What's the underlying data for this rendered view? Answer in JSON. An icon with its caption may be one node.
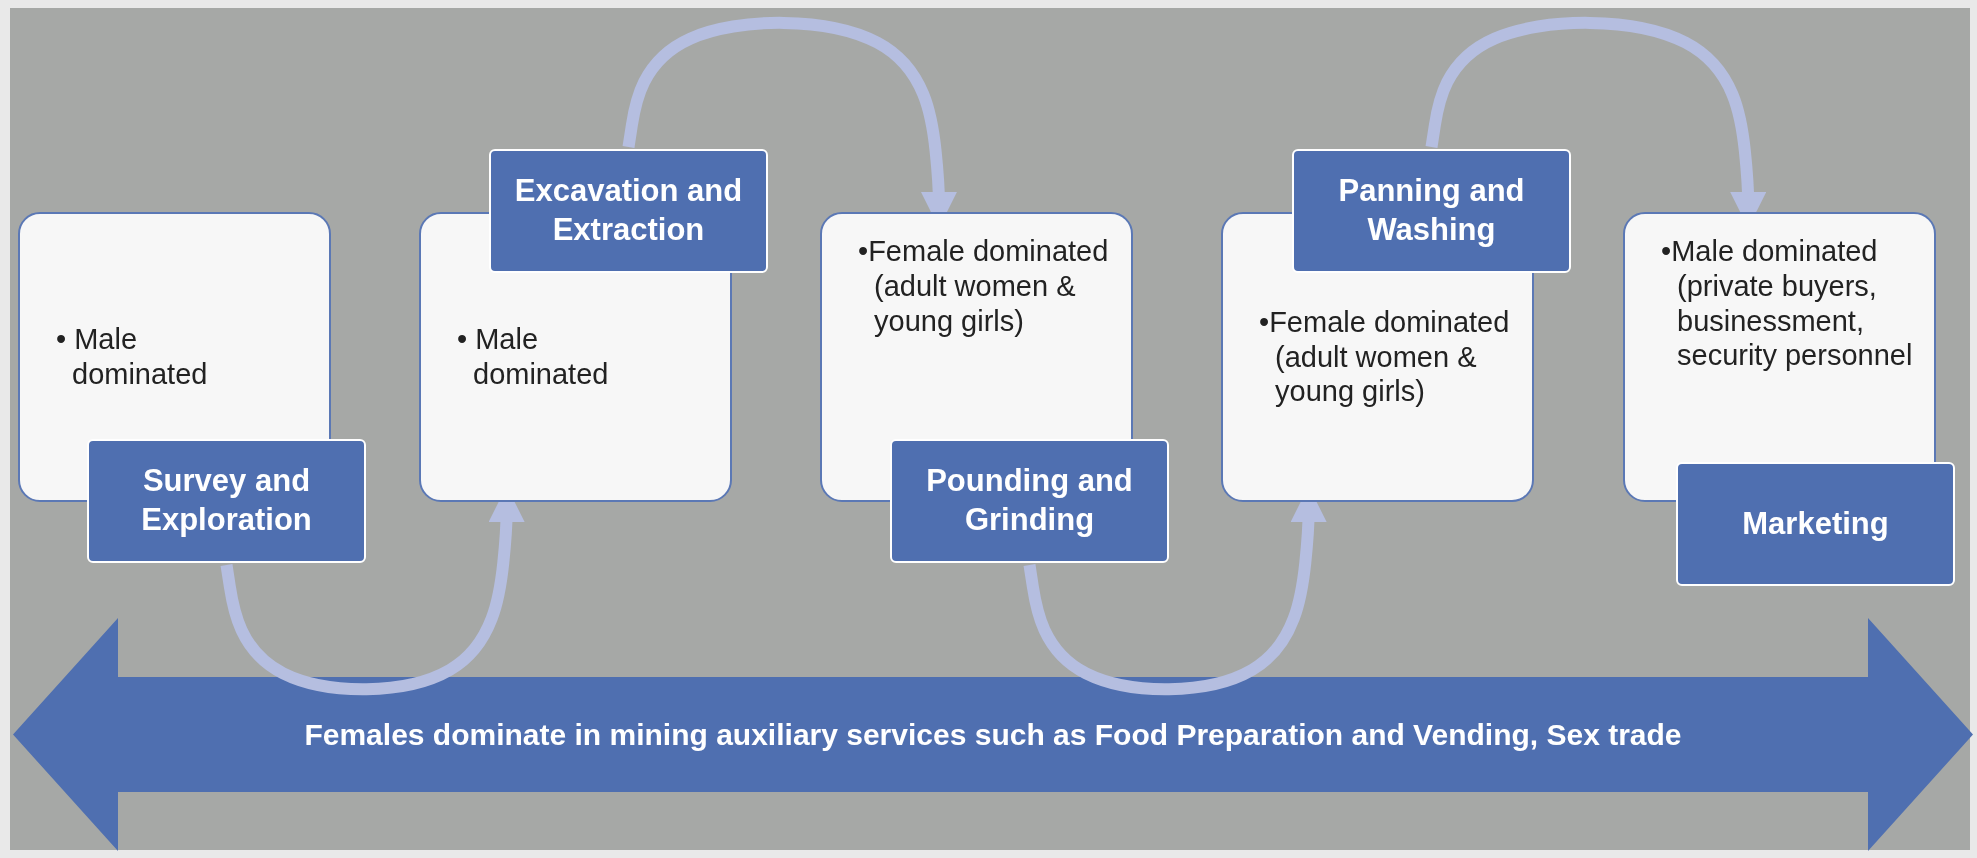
{
  "diagram": {
    "nodes": [
      {
        "text": [
          "• Male dominated"
        ]
      },
      {
        "text": [
          "Survey and Exploration"
        ]
      },
      {
        "text": [
          "• Male dominated"
        ]
      },
      {
        "text": [
          "Excavation and Extraction"
        ]
      },
      {
        "text": [
          "•Female dominated (adult women & young girls)"
        ]
      },
      {
        "text": [
          "Pounding and Grinding"
        ]
      },
      {
        "text": [
          "•Female dominated (adult women & young girls)"
        ]
      },
      {
        "text": [
          "Panning and Washing"
        ]
      },
      {
        "text": [
          "•Male dominated (private buyers, businessment, security personnel"
        ]
      },
      {
        "text": [
          "Marketing"
        ]
      },
      {
        "text": [
          "Females dominate in mining auxiliary services such as Food Preparation and Vending, Sex trade"
        ]
      }
    ],
    "edges": [
      {
        "from": 1,
        "to": 2,
        "arrow": "to"
      },
      {
        "from": 3,
        "to": 4,
        "arrow": "to"
      },
      {
        "from": 5,
        "to": 6,
        "arrow": "to"
      },
      {
        "from": 7,
        "to": 8,
        "arrow": "to"
      }
    ]
  }
}
